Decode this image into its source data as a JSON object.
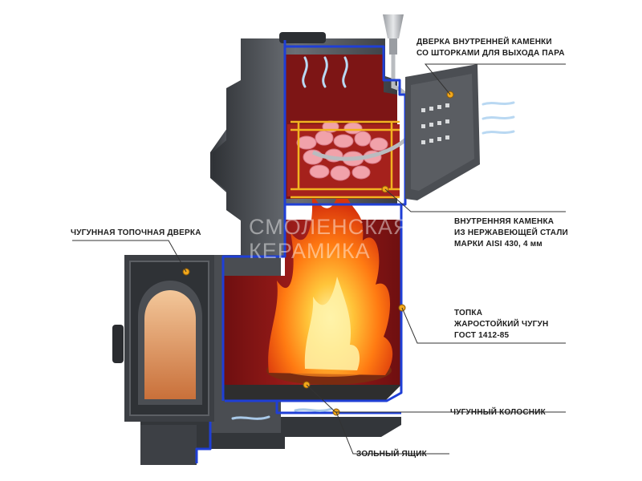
{
  "labels": {
    "inner_door": [
      "ДВЕРКА ВНУТРЕННЕЙ КАМЕНКИ",
      "СО ШТОРКАМИ ДЛЯ ВЫХОДА ПАРА"
    ],
    "firebox_door": [
      "ЧУГУННАЯ ТОПОЧНАЯ ДВЕРКА"
    ],
    "inner_heater": [
      "ВНУТРЕННЯЯ КАМЕНКА",
      "ИЗ НЕРЖАВЕЮЩЕЙ СТАЛИ",
      "МАРКИ AISI 430,  4 мм"
    ],
    "firebox": [
      "ТОПКА",
      "ЖАРОСТОЙКИЙ ЧУГУН",
      "ГОСТ 1412-85"
    ],
    "grate": [
      "ЧУГУННЫЙ КОЛОСНИК"
    ],
    "ash_box": [
      "ЗОЛЬНЫЙ ЯЩИК"
    ]
  },
  "watermark": [
    "СМОЛЕНСКАЯ",
    "КЕРАМИКА"
  ],
  "colors": {
    "outline": "#1f3fd6",
    "iron": "#4b4e53",
    "hot_interior": "#8e1616",
    "flame": "#ff9a1a",
    "stone": "#f1a2aa",
    "marker": "#f2a71b",
    "leader": "#333333",
    "label_text": "#1d1d1d"
  },
  "icons": [
    "steam-arrow-icon",
    "air-flow-arrow-icon",
    "marker-dot-icon"
  ]
}
